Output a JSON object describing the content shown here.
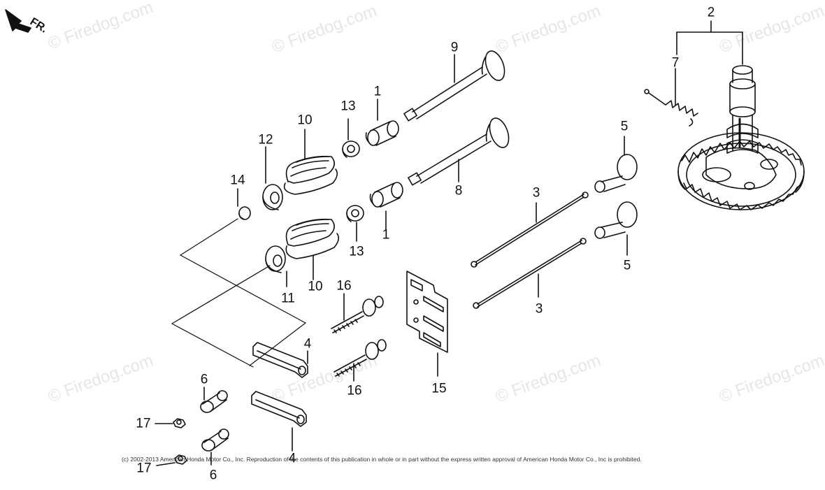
{
  "watermark": "© Firedog.com",
  "orientation": "FR.",
  "copyright": "(c) 2002-2013 American Honda Motor Co., Inc. Reproduction of the contents of this publication in whole or in part without the express written approval of American Honda Motor Co., Inc is prohibited.",
  "callouts": {
    "c1a": "1",
    "c1b": "1",
    "c2": "2",
    "c3a": "3",
    "c3b": "3",
    "c4a": "4",
    "c4b": "4",
    "c5a": "5",
    "c5b": "5",
    "c6a": "6",
    "c6b": "6",
    "c7": "7",
    "c8": "8",
    "c9": "9",
    "c10a": "10",
    "c10b": "10",
    "c11": "11",
    "c12": "12",
    "c13a": "13",
    "c13b": "13",
    "c14": "14",
    "c15": "15",
    "c16a": "16",
    "c16b": "16",
    "c17a": "17",
    "c17b": "17"
  },
  "colors": {
    "line": "#111111",
    "watermark": "#e6e6e6"
  }
}
